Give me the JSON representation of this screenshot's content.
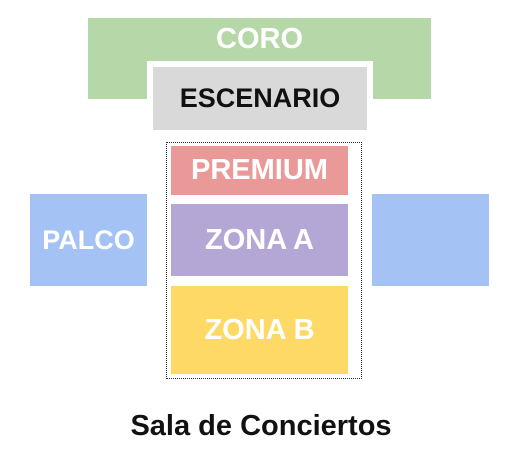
{
  "venue": {
    "title": "Sala de Conciertos"
  },
  "sections": {
    "coro": {
      "label": "CORO",
      "color": "#b6d7a8"
    },
    "escenario": {
      "label": "ESCENARIO",
      "color": "#d9d9d9"
    },
    "premium": {
      "label": "PREMIUM",
      "color": "#ea9999"
    },
    "zona_a": {
      "label": "ZONA A",
      "color": "#b4a7d6"
    },
    "zona_b": {
      "label": "ZONA B",
      "color": "#ffd966"
    },
    "palco_left": {
      "label": "PALCO",
      "color": "#a4c2f4"
    },
    "palco_right": {
      "label": "",
      "color": "#a4c2f4"
    }
  }
}
